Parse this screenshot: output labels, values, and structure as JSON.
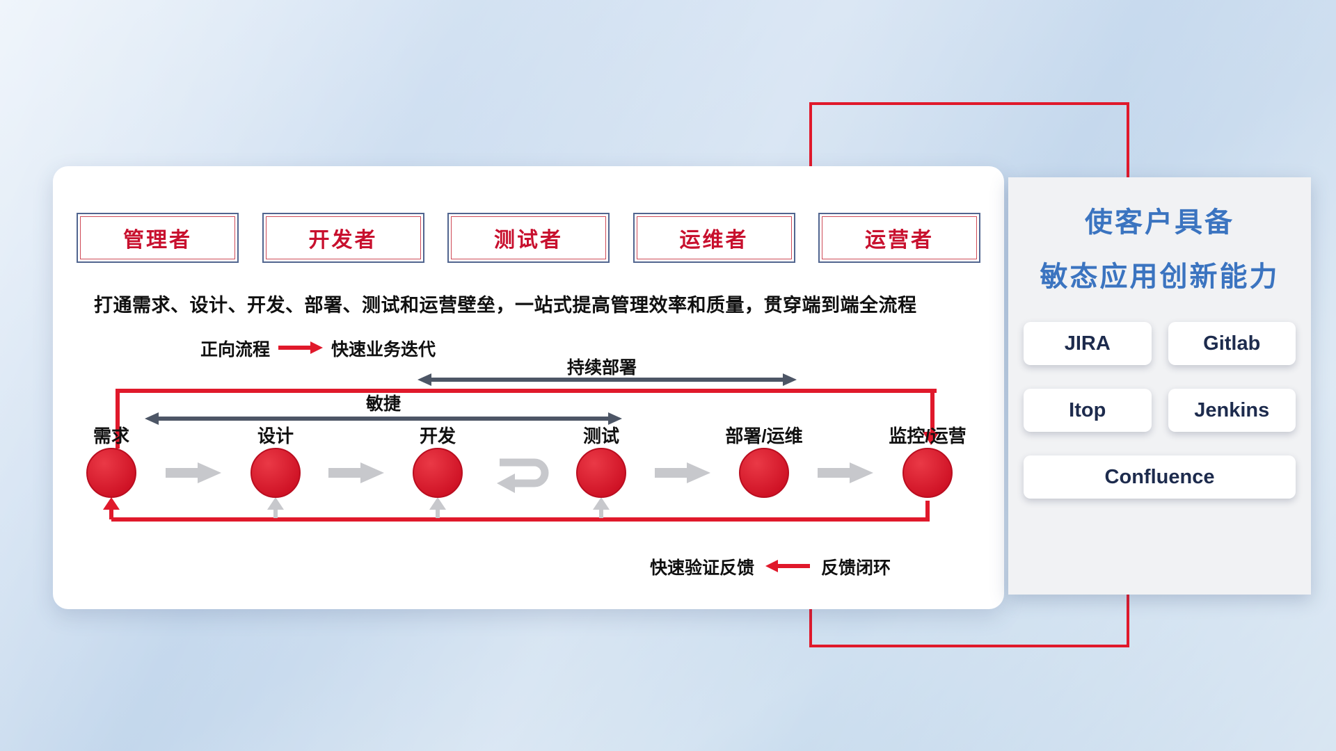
{
  "roles": [
    "管理者",
    "开发者",
    "测试者",
    "运维者",
    "运营者"
  ],
  "description": "打通需求、设计、开发、部署、测试和运营壁垒，一站式提高管理效率和质量，贯穿端到端全流程",
  "forward_legend": {
    "label": "正向流程",
    "value": "快速业务迭代"
  },
  "feedback_legend": {
    "label": "快速验证反馈",
    "value": "反馈闭环"
  },
  "spans": {
    "agile": "敏捷",
    "continuous_deploy": "持续部署"
  },
  "stages": [
    "需求",
    "设计",
    "开发",
    "测试",
    "部署/运维",
    "监控/运营"
  ],
  "side_panel": {
    "title_line1": "使客户具备",
    "title_line2": "敏态应用创新能力",
    "tools": [
      "JIRA",
      "Gitlab",
      "Itop",
      "Jenkins",
      "Confluence"
    ]
  },
  "colors": {
    "accent_red": "#e0192b",
    "role_text_red": "#c8102e",
    "title_blue": "#3b74c0",
    "dark_arrow": "#4d5666",
    "gray_arrow": "#c7c8cc",
    "tool_text_navy": "#1d2b4d"
  }
}
